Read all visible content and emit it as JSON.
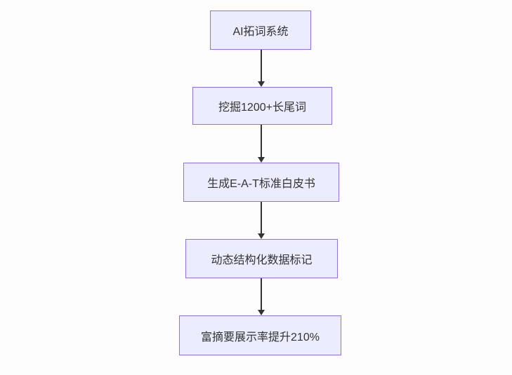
{
  "diagram": {
    "type": "flowchart",
    "direction": "top-down",
    "colors": {
      "background": "#fdfdfd",
      "node_fill": "#ececff",
      "node_border": "#9370db",
      "node_text": "#333333",
      "arrow": "#333333"
    },
    "nodes": [
      {
        "label": "AI拓词系统"
      },
      {
        "label": "挖掘1200+长尾词"
      },
      {
        "label": "生成E-A-T标准白皮书"
      },
      {
        "label": "动态结构化数据标记"
      },
      {
        "label": "富摘要展示率提升210%"
      }
    ],
    "edges": [
      {
        "from": 0,
        "to": 1,
        "style": "arrow-down"
      },
      {
        "from": 1,
        "to": 2,
        "style": "arrow-down"
      },
      {
        "from": 2,
        "to": 3,
        "style": "arrow-down"
      },
      {
        "from": 3,
        "to": 4,
        "style": "arrow-down"
      }
    ]
  }
}
